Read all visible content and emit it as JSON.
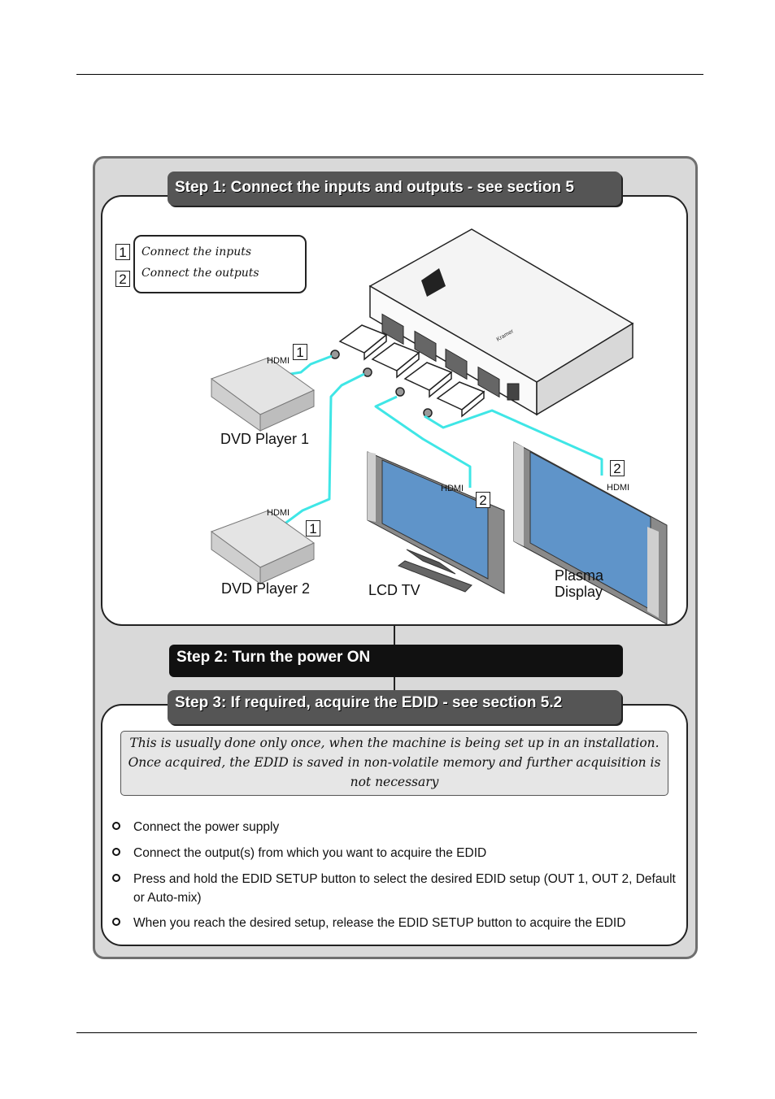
{
  "step1": {
    "title": "Step 1: Connect the inputs and outputs - see section 5"
  },
  "legend": {
    "items": [
      {
        "num": "1",
        "text": "Connect the inputs"
      },
      {
        "num": "2",
        "text": "Connect the outputs"
      }
    ]
  },
  "diagram": {
    "hdmi_label": "HDMI",
    "dvd1": "DVD Player 1",
    "dvd2": "DVD Player 2",
    "lcd": "LCD TV",
    "plasma_line1": "Plasma",
    "plasma_line2": "Display",
    "callout_1": "1",
    "callout_2": "2",
    "cable_color": "#3fe6e6"
  },
  "step2": {
    "title": "Step 2: Turn the power ON"
  },
  "step3": {
    "title": "Step 3: If required, acquire the EDID - see section 5.2",
    "note_line1": "This is usually done only once, when the machine is being set up in an installation.",
    "note_line2": "Once acquired, the EDID is saved in non-volatile memory and further acquisition is",
    "note_line3": "not necessary",
    "bullets": [
      "Connect the power supply",
      "Connect the output(s) from which you want to acquire the EDID",
      "Press and hold the EDID SETUP button to select the desired EDID setup (OUT 1, OUT 2, Default or Auto-mix)",
      "When you reach the desired setup, release the EDID SETUP button to acquire the EDID"
    ]
  }
}
